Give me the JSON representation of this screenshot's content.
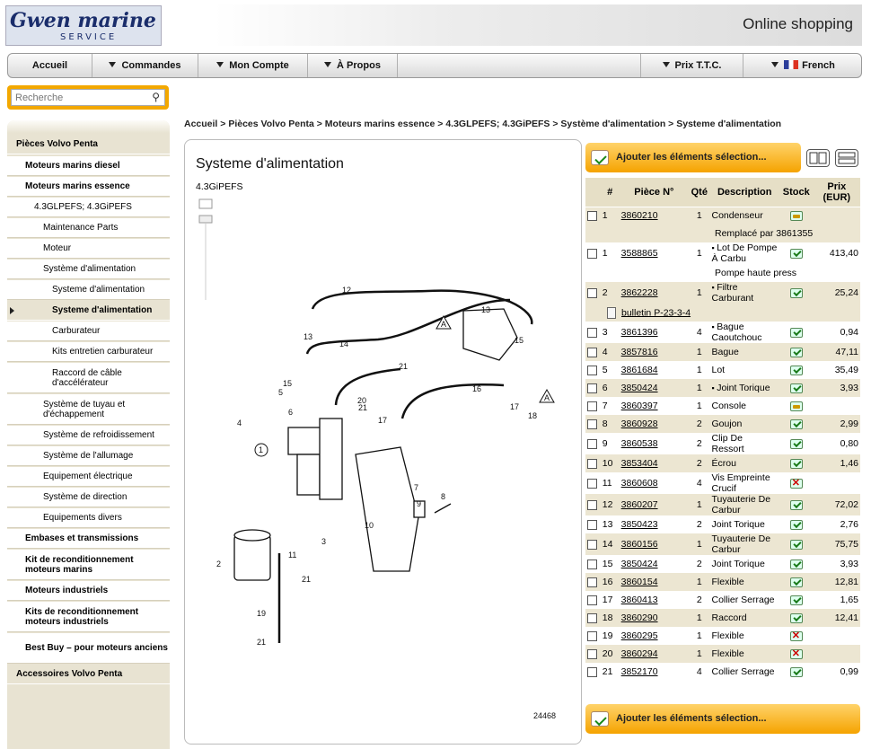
{
  "header": {
    "logo_main": "Gwen marine",
    "logo_sub": "SERVICE",
    "banner": "Online shopping"
  },
  "nav": {
    "home": "Accueil",
    "orders": "Commandes",
    "account": "Mon Compte",
    "about": "À Propos",
    "price": "Prix T.T.C.",
    "language": "French"
  },
  "search": {
    "placeholder": "Recherche"
  },
  "colors": {
    "accent": "#f5a300",
    "panel_bg": "#e8e3d2"
  },
  "sidebar": [
    {
      "label": "Pièces Volvo Penta",
      "style": "b"
    },
    {
      "label": "Moteurs marins diesel",
      "style": "wb"
    },
    {
      "label": "Moteurs marins essence",
      "style": "wb"
    },
    {
      "label": "4.3GLPEFS; 4.3GiPEFS",
      "style": "w"
    },
    {
      "label": "Maintenance Parts",
      "style": "w"
    },
    {
      "label": "Moteur",
      "style": "w"
    },
    {
      "label": "Système d'alimentation",
      "style": "w"
    },
    {
      "label": "Systeme d'alimentation",
      "style": "w"
    },
    {
      "label": "Systeme d'alimentation",
      "style": "sel"
    },
    {
      "label": "Carburateur",
      "style": "w"
    },
    {
      "label": "Kits entretien carburateur",
      "style": "w"
    },
    {
      "label": "Raccord de câble d'accélérateur",
      "style": "w"
    },
    {
      "label": "Système de tuyau et d'échappement",
      "style": "w"
    },
    {
      "label": "Système de refroidissement",
      "style": "w"
    },
    {
      "label": "Système de l'allumage",
      "style": "w"
    },
    {
      "label": "Equipement électrique",
      "style": "w"
    },
    {
      "label": "Système de direction",
      "style": "w"
    },
    {
      "label": "Equipements divers",
      "style": "w"
    },
    {
      "label": "Embases et transmissions",
      "style": "wb"
    },
    {
      "label": "Kit de reconditionnement moteurs marins",
      "style": "wb"
    },
    {
      "label": "Moteurs industriels",
      "style": "wb"
    },
    {
      "label": "Kits de reconditionnement moteurs industriels",
      "style": "wb"
    },
    {
      "label": "Best Buy – pour moteurs anciens",
      "style": "wb"
    },
    {
      "label": "Accessoires Volvo Penta",
      "style": "b"
    }
  ],
  "breadcrumb": "Accueil > Pièces Volvo Penta > Moteurs marins essence > 4.3GLPEFS; 4.3GiPEFS > Système d'alimentation > Systeme d'alimentation",
  "panel": {
    "title": "Systeme d'alimentation",
    "subtitle": "4.3GiPEFS",
    "diagram_ref": "24468"
  },
  "cart": {
    "add_label": "Ajouter les éléments sélection..."
  },
  "table": {
    "headers": [
      "#",
      "Pièce N°",
      "Qté",
      "Description",
      "Stock",
      "Prix (EUR)"
    ],
    "rows": [
      {
        "n": "1",
        "part": "3860210",
        "qty": "1",
        "desc": "Condenseur",
        "stock": "tr",
        "price": "",
        "bullet": false
      },
      {
        "note": "Remplacé par 3861355"
      },
      {
        "n": "1",
        "part": "3588865",
        "qty": "1",
        "desc": "Lot De Pompe À Carbu",
        "stock": "ok",
        "price": "413,40",
        "bullet": true
      },
      {
        "note": "Pompe haute press"
      },
      {
        "n": "2",
        "part": "3862228",
        "qty": "1",
        "desc": "Filtre Carburant",
        "stock": "ok",
        "price": "25,24",
        "bullet": true
      },
      {
        "bulletin": "bulletin P-23-3-4"
      },
      {
        "n": "3",
        "part": "3861396",
        "qty": "4",
        "desc": "Bague Caoutchouc",
        "stock": "ok",
        "price": "0,94",
        "bullet": true
      },
      {
        "n": "4",
        "part": "3857816",
        "qty": "1",
        "desc": "Bague",
        "stock": "ok",
        "price": "47,11",
        "bullet": false
      },
      {
        "n": "5",
        "part": "3861684",
        "qty": "1",
        "desc": "Lot",
        "stock": "ok",
        "price": "35,49",
        "bullet": false
      },
      {
        "n": "6",
        "part": "3850424",
        "qty": "1",
        "desc": "Joint Torique",
        "stock": "ok",
        "price": "3,93",
        "bullet": true
      },
      {
        "n": "7",
        "part": "3860397",
        "qty": "1",
        "desc": "Console",
        "stock": "tr",
        "price": "",
        "bullet": false
      },
      {
        "n": "8",
        "part": "3860928",
        "qty": "2",
        "desc": "Goujon",
        "stock": "ok",
        "price": "2,99",
        "bullet": false
      },
      {
        "n": "9",
        "part": "3860538",
        "qty": "2",
        "desc": "Clip De Ressort",
        "stock": "ok",
        "price": "0,80",
        "bullet": false
      },
      {
        "n": "10",
        "part": "3853404",
        "qty": "2",
        "desc": "Écrou",
        "stock": "ok",
        "price": "1,46",
        "bullet": false
      },
      {
        "n": "11",
        "part": "3860608",
        "qty": "4",
        "desc": "Vis Empreinte Crucif",
        "stock": "no",
        "price": "",
        "bullet": false
      },
      {
        "n": "12",
        "part": "3860207",
        "qty": "1",
        "desc": "Tuyauterie De Carbur",
        "stock": "ok",
        "price": "72,02",
        "bullet": false
      },
      {
        "n": "13",
        "part": "3850423",
        "qty": "2",
        "desc": "Joint Torique",
        "stock": "ok",
        "price": "2,76",
        "bullet": false
      },
      {
        "n": "14",
        "part": "3860156",
        "qty": "1",
        "desc": "Tuyauterie De Carbur",
        "stock": "ok",
        "price": "75,75",
        "bullet": false
      },
      {
        "n": "15",
        "part": "3850424",
        "qty": "2",
        "desc": "Joint Torique",
        "stock": "ok",
        "price": "3,93",
        "bullet": false
      },
      {
        "n": "16",
        "part": "3860154",
        "qty": "1",
        "desc": "Flexible",
        "stock": "ok",
        "price": "12,81",
        "bullet": false
      },
      {
        "n": "17",
        "part": "3860413",
        "qty": "2",
        "desc": "Collier Serrage",
        "stock": "ok",
        "price": "1,65",
        "bullet": false
      },
      {
        "n": "18",
        "part": "3860290",
        "qty": "1",
        "desc": "Raccord",
        "stock": "ok",
        "price": "12,41",
        "bullet": false
      },
      {
        "n": "19",
        "part": "3860295",
        "qty": "1",
        "desc": "Flexible",
        "stock": "no",
        "price": "",
        "bullet": false
      },
      {
        "n": "20",
        "part": "3860294",
        "qty": "1",
        "desc": "Flexible",
        "stock": "no",
        "price": "",
        "bullet": false
      },
      {
        "n": "21",
        "part": "3852170",
        "qty": "4",
        "desc": "Collier Serrage",
        "stock": "ok",
        "price": "0,99",
        "bullet": false
      }
    ]
  }
}
